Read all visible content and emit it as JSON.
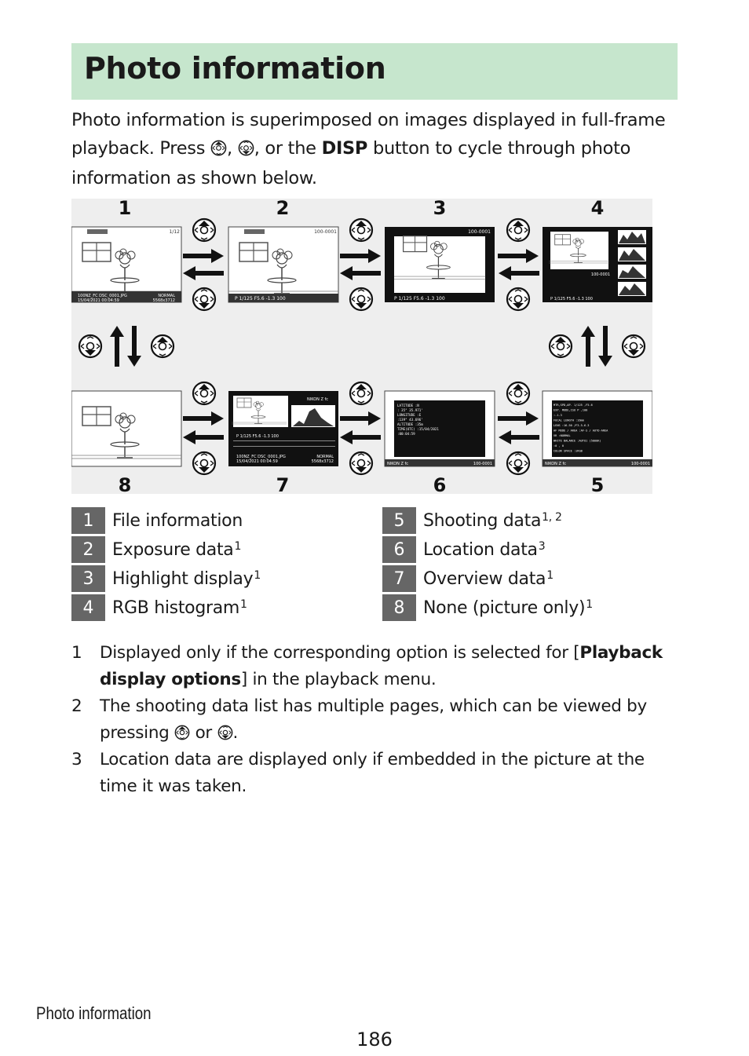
{
  "section": {
    "title": "Photo information"
  },
  "intro": {
    "p1": "Photo information is superimposed on images displayed in full-frame playback. Press ",
    "p2": ", ",
    "p3": ", or the ",
    "disp": "DISP",
    "p4": " button to cycle through photo information as shown below."
  },
  "diagram": {
    "numbers_top": [
      "1",
      "2",
      "3",
      "4"
    ],
    "numbers_bottom": [
      "8",
      "7",
      "6",
      "5"
    ],
    "screen_text": {
      "s1_bottom": "100NZ_FC DSC_0001.JPG",
      "s1_date": "15/04/2021 00:04:59",
      "s1_quality": "NORMAL",
      "s1_size": "5568x3712",
      "s1_frame": "1/12",
      "s2_folder": "100-0001",
      "exposure": "P  1/125  F5.6  -1.3  100",
      "s6_lines": [
        "LATITUDE    :N",
        "            : 35° 35.971'",
        "LONGITUDE   :E",
        "            :139° 43.696'",
        "ALTITUDE    :35m",
        "TIME(UTC)   :15/04/2021",
        "            :00:04:59"
      ],
      "s5_lines": [
        "MTR,SPD,AP.   1/125  ,F5.6",
        "EXP. MODE,ISO  P ,100",
        "         :-1.3",
        "FOCAL LENGTH :16mm",
        "LENS   :16-50  /F3.5-6.3",
        "AF MODE / AREA :AF-S / AUTO-AREA",
        "VR        :NORMAL",
        "WHITE BALANCE :AUTO1 (5000K)",
        "          :0  , 0",
        "COLOR SPACE  :sRGB"
      ],
      "camera": "NIKON Z fc"
    }
  },
  "legend": [
    {
      "num": "1",
      "label": "File information",
      "sup": ""
    },
    {
      "num": "2",
      "label": "Exposure data",
      "sup": "1"
    },
    {
      "num": "3",
      "label": "Highlight display",
      "sup": "1"
    },
    {
      "num": "4",
      "label": "RGB histogram",
      "sup": "1"
    },
    {
      "num": "5",
      "label": "Shooting data",
      "sup": "1, 2"
    },
    {
      "num": "6",
      "label": "Location data",
      "sup": "3"
    },
    {
      "num": "7",
      "label": "Overview data",
      "sup": "1"
    },
    {
      "num": "8",
      "label": "None (picture only)",
      "sup": "1"
    }
  ],
  "notes": [
    {
      "n": "1",
      "pre": "Displayed only if the corresponding option is selected for [",
      "bold": "Playback display options",
      "post": "] in the playback menu."
    },
    {
      "n": "2",
      "pre": "The shooting data list has multiple pages, which can be viewed by pressing ",
      "mid": " or ",
      "post": "."
    },
    {
      "n": "3",
      "text": "Location data are displayed only if embedded in the picture at the time it was taken."
    }
  ],
  "footer": {
    "title": "Photo information",
    "page": "186"
  }
}
